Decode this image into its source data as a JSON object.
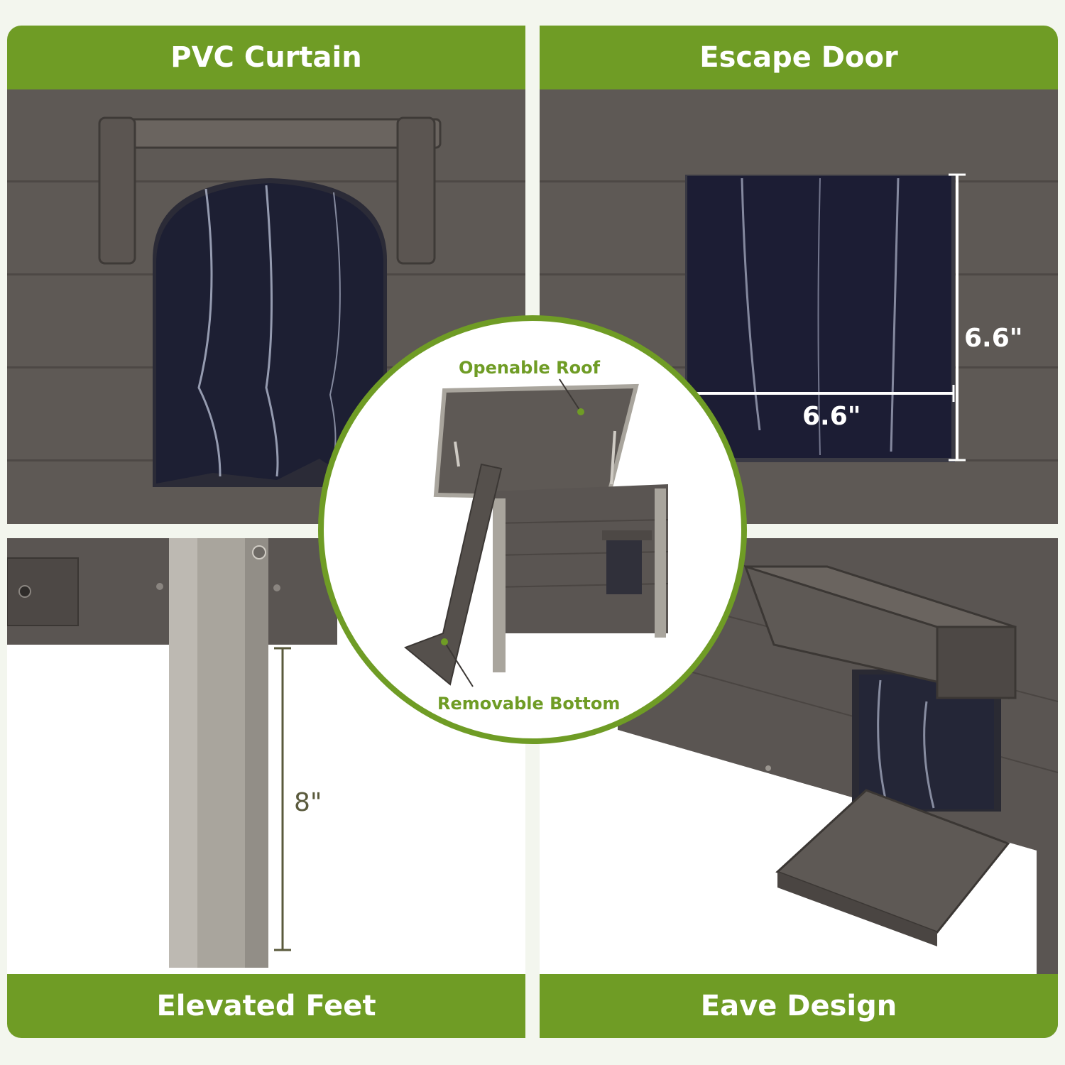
{
  "panels": {
    "top_left": {
      "title": "PVC Curtain"
    },
    "top_right": {
      "title": "Escape Door",
      "width_label": "6.6\"",
      "height_label": "6.6\""
    },
    "bottom_left": {
      "title": "Elevated Feet",
      "height_label": "8\""
    },
    "bottom_right": {
      "title": "Eave Design"
    }
  },
  "center": {
    "roof_label": "Openable Roof",
    "bottom_label": "Removable Bottom"
  },
  "colors": {
    "accent": "#6f9c25",
    "wood": "#5e5955",
    "curtain": "#1d1f33"
  }
}
